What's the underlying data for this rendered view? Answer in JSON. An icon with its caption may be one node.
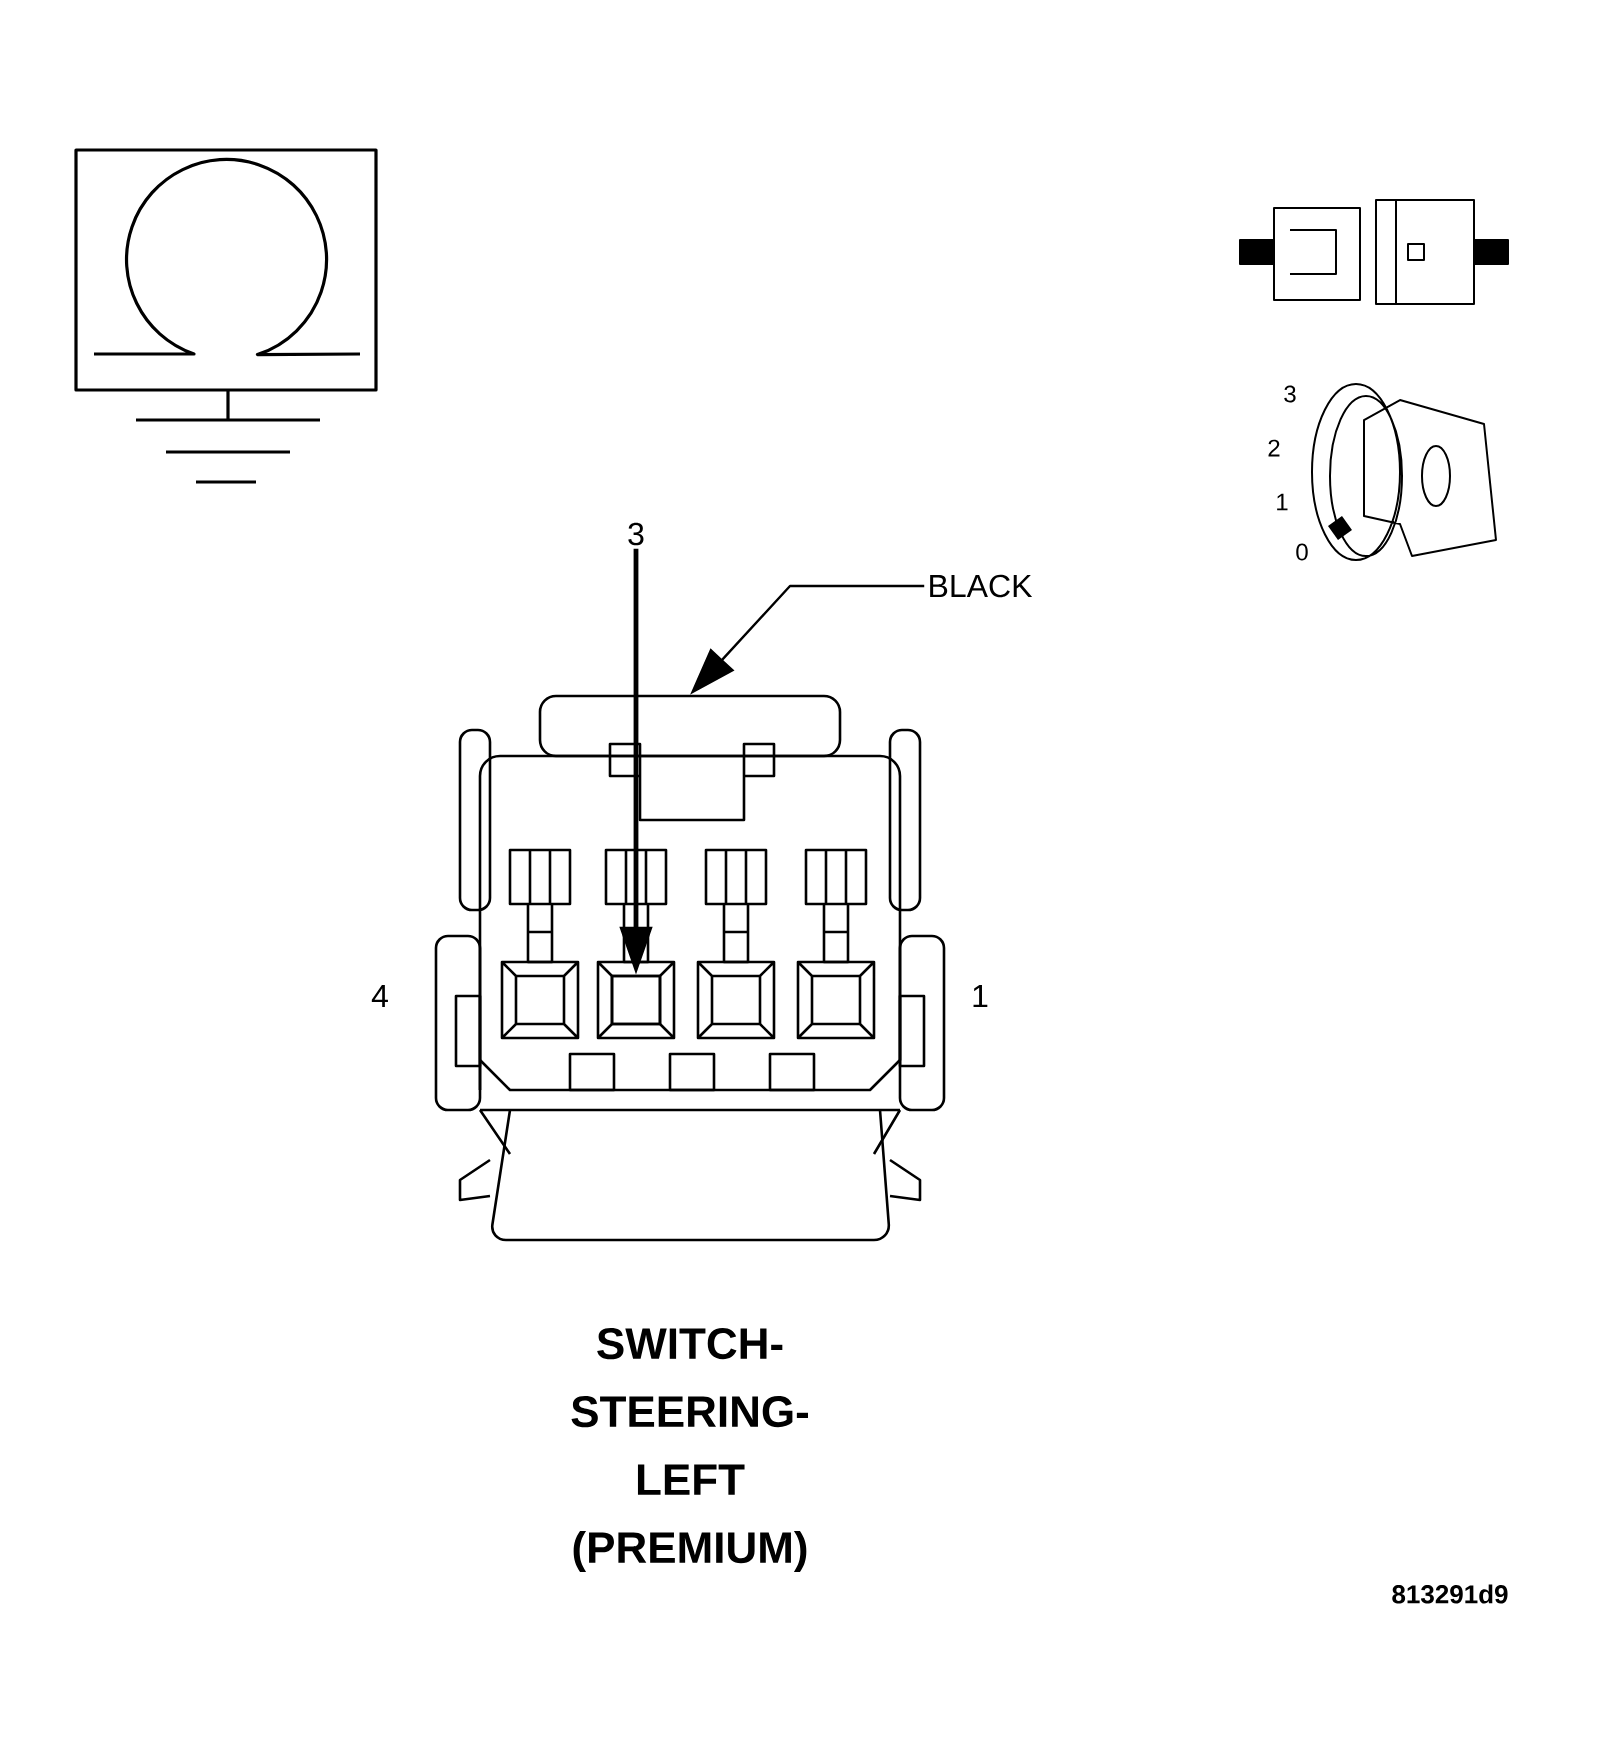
{
  "diagram": {
    "caption": "SWITCH- STEERING- LEFT (PREMIUM)",
    "nodes": [
      {
        "text": [
          "3"
        ]
      },
      {
        "text": [
          "BLACK"
        ]
      },
      {
        "text": [],
        "shape": "picture"
      },
      {
        "text": [],
        "shape": "box",
        "in": 2
      }
    ],
    "edges": [
      {
        "from": 0,
        "to": 3,
        "arrow": "to"
      },
      {
        "from": 1,
        "to": 2,
        "arrow": "to"
      }
    ],
    "labels": [
      "3",
      "2",
      "1",
      "0",
      "4",
      "1",
      "813291d9"
    ]
  }
}
